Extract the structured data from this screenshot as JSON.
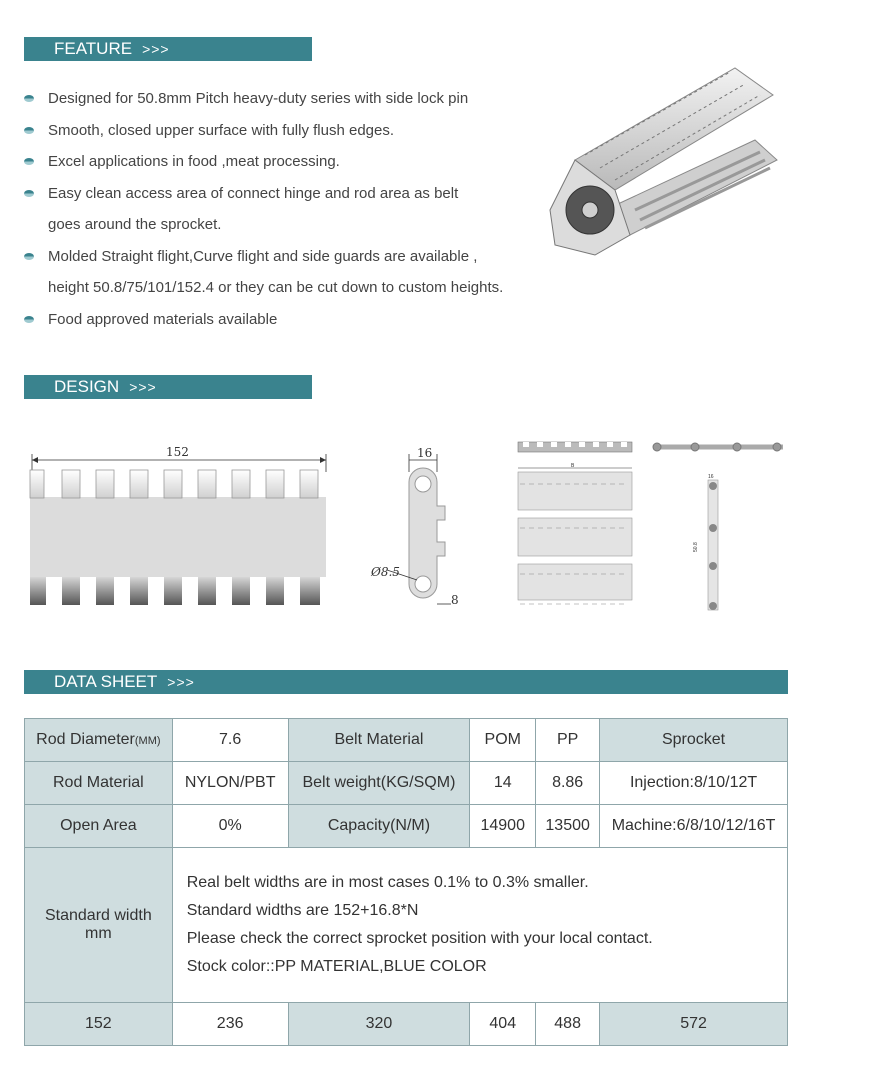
{
  "sections": {
    "feature": {
      "title": "FEATURE",
      "arrows": ">>>"
    },
    "design": {
      "title": "DESIGN",
      "arrows": ">>>"
    },
    "datasheet": {
      "title": "DATA SHEET",
      "arrows": ">>>"
    }
  },
  "features": [
    {
      "line1": "Designed for 50.8mm Pitch heavy-duty series with side lock pin",
      "line2": ""
    },
    {
      "line1": "Smooth, closed upper surface with fully flush edges.",
      "line2": ""
    },
    {
      "line1": "Excel applications in food ,meat processing.",
      "line2": ""
    },
    {
      "line1": "Easy clean access area of connect hinge and rod area as belt",
      "line2": "goes around the sprocket."
    },
    {
      "line1": "Molded Straight flight,Curve flight and side guards are available ,",
      "line2": "height 50.8/75/101/152.4 or they can be cut down to custom heights."
    },
    {
      "line1": "Food approved materials available",
      "line2": ""
    }
  ],
  "design": {
    "width_label": "152",
    "side_width_label": "16",
    "hole_label": "Ø8.5",
    "edge_label": "8",
    "small_width_label": "B",
    "small_pitch_label": "50.8",
    "small_side_label": "16"
  },
  "datasheet": {
    "row1": [
      "Rod Diameter",
      "(MM)",
      "7.6",
      "Belt Material",
      "POM",
      "PP",
      "Sprocket"
    ],
    "row2": [
      "Rod Material",
      "NYLON/PBT",
      "Belt weight(KG/SQM)",
      "14",
      "8.86",
      "Injection:8/10/12T"
    ],
    "row3": [
      "Open Area",
      "0%",
      "Capacity(N/M)",
      "14900",
      "13500",
      "Machine:6/8/10/12/16T"
    ],
    "std_label_1": "Standard width",
    "std_label_2": "mm",
    "notes": [
      "Real belt widths are in most cases 0.1% to 0.3% smaller.",
      "Standard widths are 152+16.8*N",
      "Please check the correct sprocket position with your local contact.",
      "Stock color::PP MATERIAL,BLUE COLOR"
    ],
    "widths": [
      "152",
      "236",
      "320",
      "404",
      "488",
      "572"
    ]
  },
  "colors": {
    "accent": "#3a838e",
    "table_shade": "#cfdddf",
    "bullet": "#3a838e"
  }
}
